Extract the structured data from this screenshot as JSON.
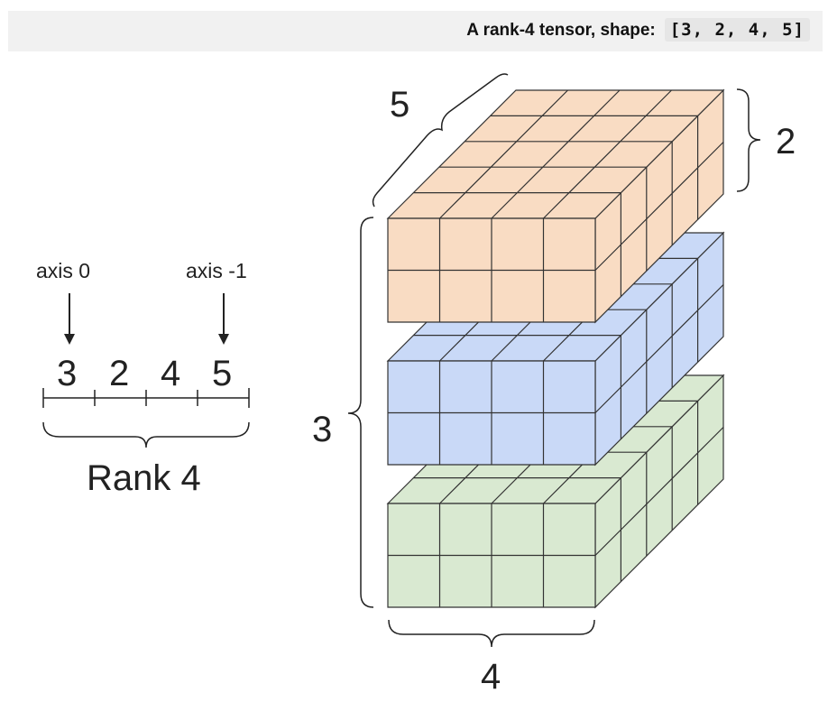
{
  "caption": {
    "text": "A rank-4 tensor, shape:",
    "shape_code": "[3, 2, 4, 5]"
  },
  "axes_diagram": {
    "axis_first_label": "axis 0",
    "axis_last_label": "axis -1",
    "dims": [
      "3",
      "2",
      "4",
      "5"
    ],
    "rank_label": "Rank 4"
  },
  "cube_labels": {
    "depth": "5",
    "height": "2",
    "batch": "3",
    "width": "4"
  },
  "layers": [
    {
      "front": "#f9dcc3",
      "top": "#f9dcc3",
      "side": "#f9dcc3"
    },
    {
      "front": "#c9d9f7",
      "top": "#c9d9f7",
      "side": "#c9d9f7"
    },
    {
      "front": "#d9e9d1",
      "top": "#d9e9d1",
      "side": "#d9e9d1"
    }
  ]
}
